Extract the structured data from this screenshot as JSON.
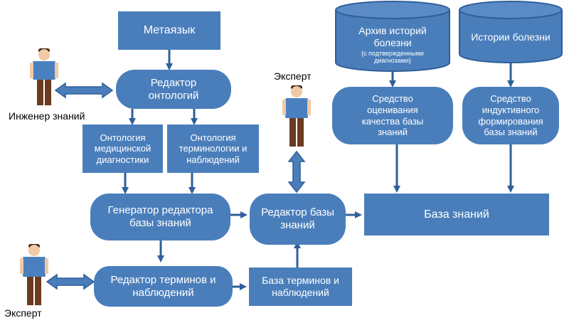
{
  "colors": {
    "box": "#4a7ebb",
    "box_light": "#5b8bc7",
    "arrow": "#2f5f9a",
    "person_shirt": "#4a80c0",
    "person_pants": "#6b3a1f",
    "person_skin": "#f2c9a5",
    "person_hair": "#3a2414"
  },
  "nodes": {
    "metalanguage": "Метаязык",
    "ontology_editor": "Редактор онтологий",
    "ontology_medical": "Онтология медицинской диагностики",
    "ontology_terms": "Онтология терминологии и наблюдений",
    "kb_editor_generator": "Генератор редактора базы знаний",
    "kb_editor": "Редактор базы знаний",
    "terms_editor": "Редактор терминов и наблюдений",
    "terms_base": "База терминов и наблюдений",
    "case_archive": "Архив историй болезни",
    "case_archive_note": "(с подтвержденными диагнозами)",
    "case_histories": "Истории болезни",
    "kb_quality_tool": "Средство оценивания качества базы знаний",
    "kb_inductive_tool": "Средство индуктивного формирования базы знаний",
    "knowledge_base": "База знаний"
  },
  "actors": {
    "knowledge_engineer": "Инженер знаний",
    "expert_top": "Эксперт",
    "expert_bottom": "Эксперт"
  }
}
